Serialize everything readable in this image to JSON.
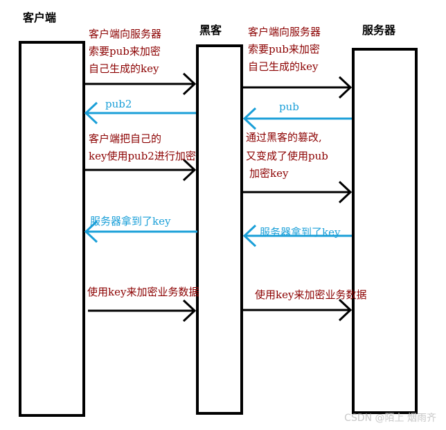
{
  "participants": {
    "client": "客户端",
    "hacker": "黑客",
    "server": "服务器"
  },
  "colors": {
    "dark": "#8b0000",
    "blue": "#1a9fd8",
    "line": "#000000"
  },
  "left_messages": {
    "m1": [
      "客户端向服务器",
      "索要pub来加密",
      "自己生成的key"
    ],
    "m2": "pub2",
    "m3": [
      "客户端把自己的",
      "key使用pub2进行加密"
    ],
    "m4": "服务器拿到了key",
    "m5": "使用key来加密业务数据"
  },
  "right_messages": {
    "m1": [
      "客户端向服务器",
      "索要pub来加密",
      "自己生成的key"
    ],
    "m2": "pub",
    "m3": [
      "通过黑客的篡改,",
      "又变成了使用pub",
      "加密key"
    ],
    "m4": "服务器拿到了key",
    "m5": "使用key来加密业务数据"
  },
  "watermark": "CSDN @陌上 烟雨齐"
}
